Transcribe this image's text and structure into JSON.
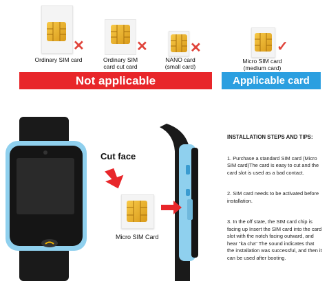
{
  "cards": {
    "ordinary": {
      "label": "Ordinary SIM card"
    },
    "cut": {
      "label_line1": "Ordinary SIM",
      "label_line2": "card cut card"
    },
    "nano": {
      "label_line1": "NANO card",
      "label_line2": "(small card)"
    },
    "micro": {
      "label_line1": "Micro SIM card",
      "label_line2": "(medium card)"
    },
    "cross_symbol": "✕",
    "check_symbol": "✓"
  },
  "banners": {
    "not_applicable": "Not applicable",
    "applicable": "Applicable card"
  },
  "diagram": {
    "cut_face": "Cut face",
    "micro_sim_card": "Micro SIM Card"
  },
  "instructions": {
    "heading": "INSTALLATION STEPS AND TIPS:",
    "step1": "1. Purchase a standard SIM card (Micro SIM card)The card is easy to cut and the card slot is used as a bad contact.",
    "step2": "2. SIM card needs to be activated before installation.",
    "step3": "3. In the off state, the SIM card chip is facing up Insert the SIM card into the card slot with the notch facing outward, and hear \"ka cha\" The sound indicates that the installation was successful, and then it can be used after booting."
  },
  "colors": {
    "red": "#e8262a",
    "blue": "#2b9fe0",
    "cross": "#e0433a",
    "check": "#e0433a",
    "watch_strap": "#8fd0ee"
  }
}
